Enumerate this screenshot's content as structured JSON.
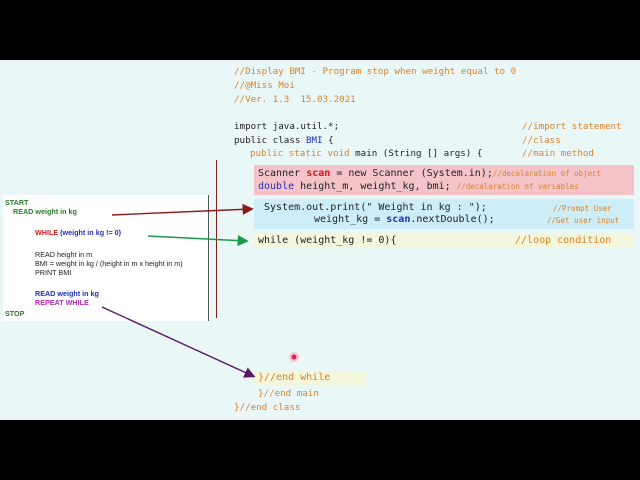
{
  "code": {
    "comment_line1": "//Display BMI - Program stop when weight equal to 0",
    "comment_line2": "//@Miss Moi",
    "comment_line3": "//Ver. 1.3  15.03.2021",
    "import_stmt": "import java.util.*;",
    "import_comment": "//import statement",
    "class_decl_kw": "public class",
    "class_name": "BMI",
    "class_brace": "{",
    "class_comment": "//class",
    "main_kw": "public static void",
    "main_sig": "main (String [] args) {",
    "main_comment": "//main method",
    "scanner_type": "Scanner",
    "scanner_var": "scan",
    "scanner_rest": "= new Scanner (System.in);",
    "scanner_comment": "//decalaration of object",
    "double_kw": "double",
    "double_rest": "height_m, weight_kg, bmi;",
    "double_comment": "//decalaration of variables",
    "print_stmt": "System.out.print(\" Weight in kg : \");",
    "print_comment": "//Prompt User",
    "read_stmt_a": "weight_kg =",
    "read_stmt_scan": "scan",
    "read_stmt_b": ".nextDouble();",
    "read_comment": "//Get user input",
    "while_stmt": "while (weight_kg != 0){",
    "while_comment": "//loop condition",
    "end_while": "}//end while",
    "end_main": "}//end main",
    "end_class": "}//end class"
  },
  "pseudocode": {
    "start": "START",
    "read1": "READ weight in kg",
    "while": "WHILE",
    "while_cond": "(weight in kg != 0)",
    "read_height": "READ height in m",
    "bmi_calc": "BMI = weight in kg / (height in m x height in m)",
    "print_bmi": "PRINT BMI",
    "read2": "READ weight in kg",
    "repeat": "REPEAT WHILE",
    "stop": "STOP"
  },
  "colors": {
    "slide_bg": "#eaf7f7",
    "red_highlight": "#f4c4c8",
    "blue_highlight": "#cdeef8",
    "yellow_highlight": "#f3f6da",
    "arrow_red": "#8b1a1a",
    "arrow_green": "#1a9a4a",
    "arrow_purple": "#5a1a6a",
    "cursor_dot": "#e0205a"
  }
}
